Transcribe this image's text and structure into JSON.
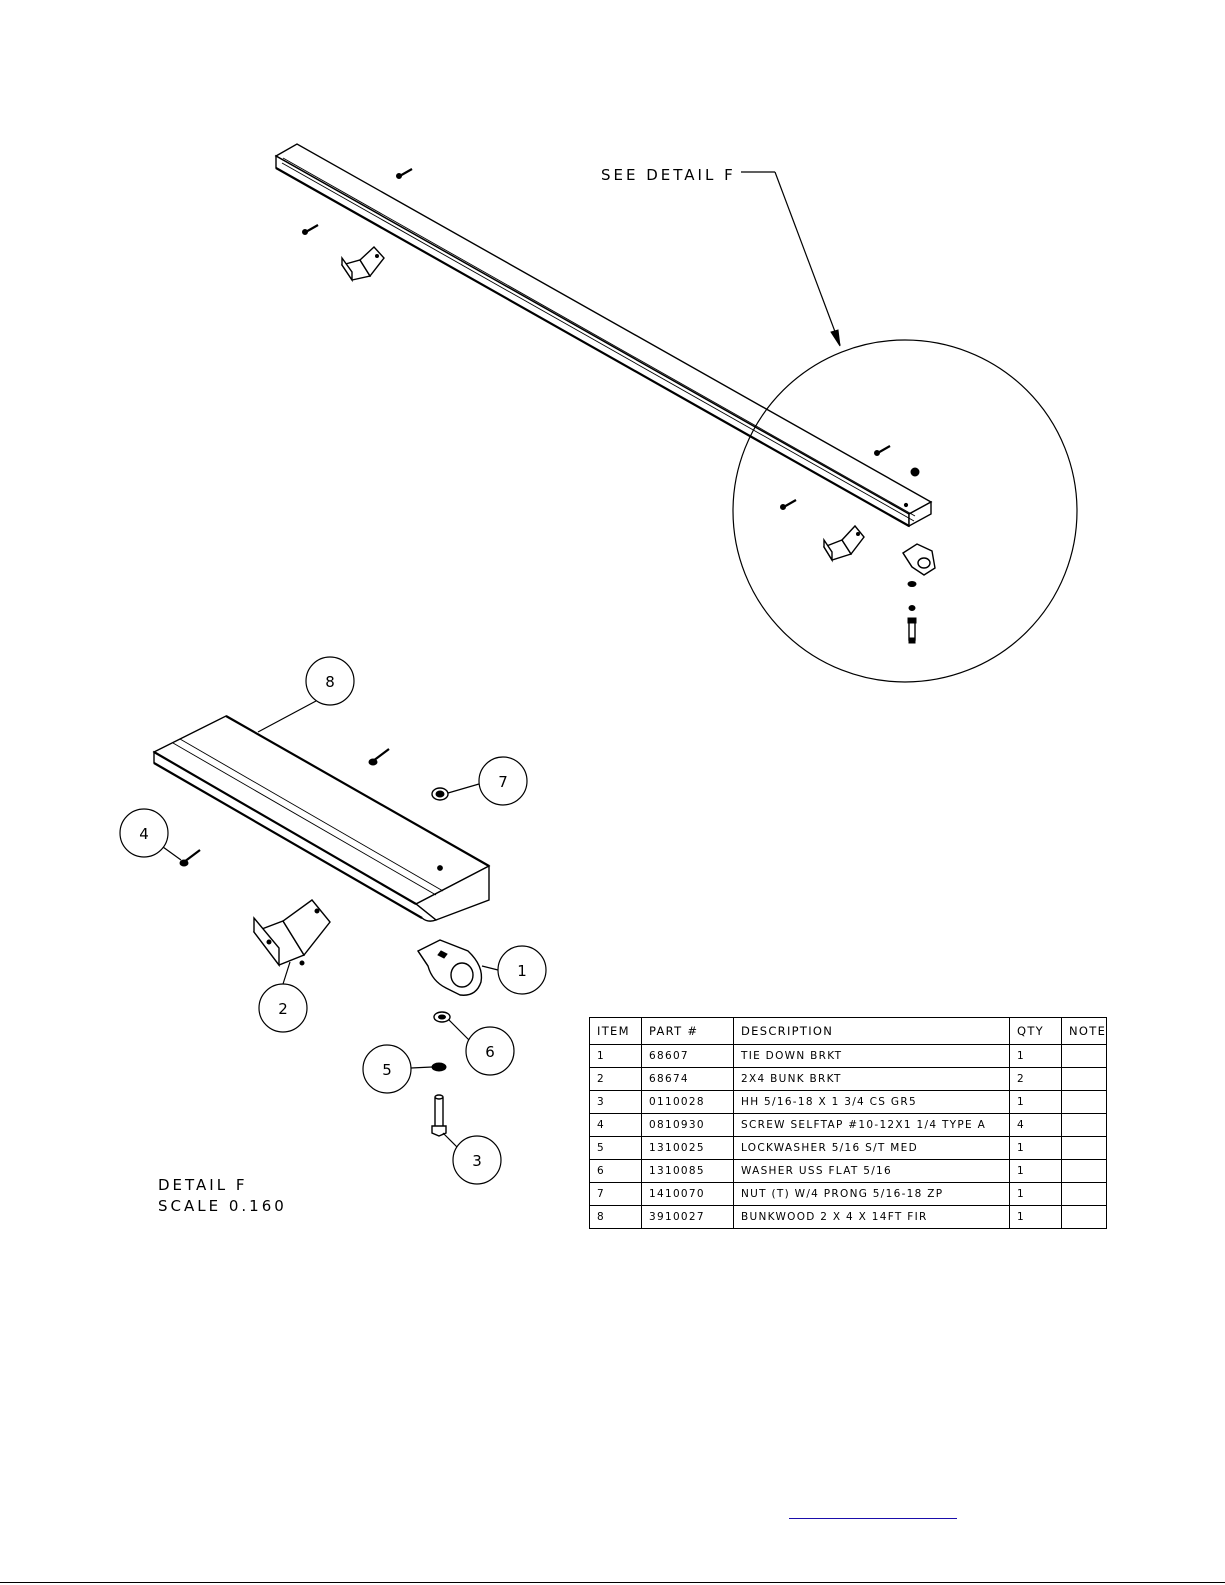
{
  "callout": {
    "see_detail": "SEE DETAIL  F"
  },
  "detail": {
    "label": "DETAIL  F",
    "scale": "SCALE  0.160"
  },
  "balloons": [
    "1",
    "2",
    "3",
    "4",
    "5",
    "6",
    "7",
    "8"
  ],
  "bom": {
    "headers": [
      "ITEM",
      "PART #",
      "DESCRIPTION",
      "QTY",
      "NOTE"
    ],
    "rows": [
      {
        "item": "1",
        "part": "68607",
        "description": "TIE DOWN BRKT",
        "qty": "1",
        "note": ""
      },
      {
        "item": "2",
        "part": "68674",
        "description": "2X4 BUNK BRKT",
        "qty": "2",
        "note": ""
      },
      {
        "item": "3",
        "part": "0110028",
        "description": "HH 5/16-18 X 1 3/4 CS GR5",
        "qty": "1",
        "note": ""
      },
      {
        "item": "4",
        "part": "0810930",
        "description": "SCREW SELFTAP #10-12X1 1/4 TYPE A",
        "qty": "4",
        "note": ""
      },
      {
        "item": "5",
        "part": "1310025",
        "description": "LOCKWASHER 5/16 S/T MED",
        "qty": "1",
        "note": ""
      },
      {
        "item": "6",
        "part": "1310085",
        "description": "WASHER USS FLAT 5/16",
        "qty": "1",
        "note": ""
      },
      {
        "item": "7",
        "part": "1410070",
        "description": "NUT (T) W/4 PRONG 5/16-18 ZP",
        "qty": "1",
        "note": ""
      },
      {
        "item": "8",
        "part": "3910027",
        "description": "BUNKWOOD   2 X 4 X 14FT FIR",
        "qty": "1",
        "note": ""
      }
    ]
  }
}
